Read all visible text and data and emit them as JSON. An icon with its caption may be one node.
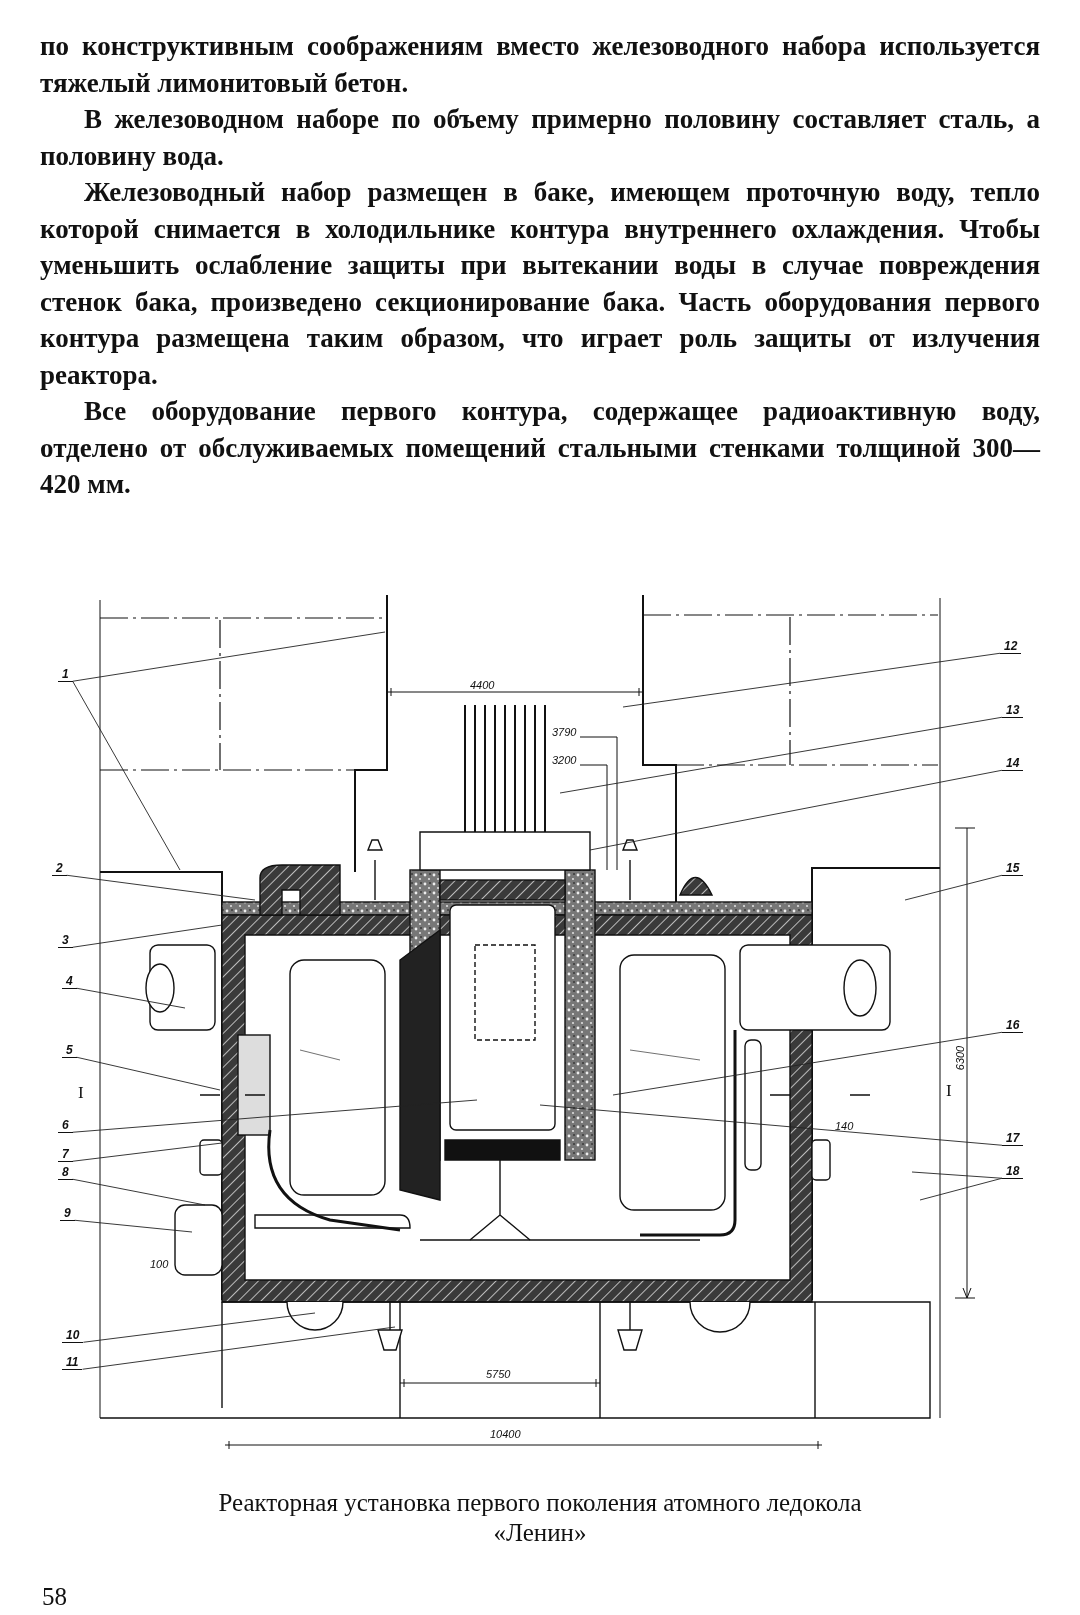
{
  "diagram": {
    "caption": "Реакторная установка первого поколения атомного ледокола «Ленин»",
    "nodes": [
      {
        "text": [
          "1"
        ]
      },
      {
        "text": [
          "2"
        ]
      },
      {
        "text": [
          "3"
        ]
      },
      {
        "text": [
          "4"
        ]
      },
      {
        "text": [
          "5"
        ]
      },
      {
        "text": [
          "6"
        ]
      },
      {
        "text": [
          "7"
        ]
      },
      {
        "text": [
          "8"
        ]
      },
      {
        "text": [
          "9"
        ]
      },
      {
        "text": [
          "10"
        ]
      },
      {
        "text": [
          "11"
        ]
      },
      {
        "text": [
          "12"
        ]
      },
      {
        "text": [
          "13"
        ]
      },
      {
        "text": [
          "14"
        ]
      },
      {
        "text": [
          "15"
        ]
      },
      {
        "text": [
          "16"
        ]
      },
      {
        "text": [
          "17"
        ]
      },
      {
        "text": [
          "18"
        ]
      }
    ],
    "edges": [
      {
        "from": 0,
        "to": null,
        "arrow": "none"
      },
      {
        "from": 0,
        "to": null,
        "arrow": "none"
      },
      {
        "from": 1,
        "to": null,
        "arrow": "none"
      },
      {
        "from": 2,
        "to": null,
        "arrow": "none"
      },
      {
        "from": 3,
        "to": null,
        "arrow": "none"
      },
      {
        "from": 4,
        "to": null,
        "arrow": "none"
      },
      {
        "from": 5,
        "to": null,
        "arrow": "none"
      },
      {
        "from": 6,
        "to": null,
        "arrow": "none"
      },
      {
        "from": 7,
        "to": null,
        "arrow": "none"
      },
      {
        "from": 8,
        "to": null,
        "arrow": "none"
      },
      {
        "from": 9,
        "to": null,
        "arrow": "none"
      },
      {
        "from": 10,
        "to": null,
        "arrow": "none"
      },
      {
        "from": 11,
        "to": null,
        "arrow": "none"
      },
      {
        "from": 12,
        "to": null,
        "arrow": "none"
      },
      {
        "from": 13,
        "to": null,
        "arrow": "none"
      },
      {
        "from": 14,
        "to": null,
        "arrow": "none"
      },
      {
        "from": 15,
        "to": null,
        "arrow": "none"
      },
      {
        "from": 16,
        "to": null,
        "arrow": "none"
      },
      {
        "from": 17,
        "to": null,
        "arrow": "none"
      },
      {
        "from": 17,
        "to": null,
        "arrow": "none"
      }
    ],
    "labels": [
      "по конструктивным соображениям вместо железоводного набора используется тяжелый лимонитовый бетон.",
      "В железоводном наборе по объему примерно половину составляет сталь, а половину вода.",
      "Железоводный набор размещен в баке, имеющем проточную воду, тепло которой снимается в холодильнике контура внутреннего охлаждения. Чтобы уменьшить ослабление защиты при вытекании воды в случае повреждения стенок бака, произведено секционирование бака. Часть оборудования первого контура размещена таким образом, что играет роль защиты от излучения реактора.",
      "Все оборудование первого контура, содержащее радиоактивную воду, отделено от обслуживаемых помещений стальными стенками толщиной 300—420 мм.",
      "4400",
      "3790",
      "3200",
      "6300",
      "I",
      "I",
      "140",
      "100",
      "5750",
      "10400",
      "58"
    ]
  }
}
